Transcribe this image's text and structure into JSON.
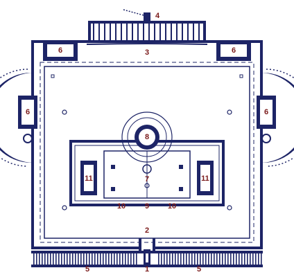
{
  "colors": {
    "wall": "#1d2466",
    "label": "#7a1a1a",
    "background": "#ffffff"
  },
  "labels": {
    "n1": "1",
    "n2": "2",
    "n3": "3",
    "n4": "4",
    "n5a": "5",
    "n5b": "5",
    "n6a": "6",
    "n6b": "6",
    "n6c": "6",
    "n6d": "6",
    "n7": "7",
    "n8": "8",
    "n9": "9",
    "n10a": "10",
    "n10b": "10",
    "n11a": "11",
    "n11b": "11"
  }
}
